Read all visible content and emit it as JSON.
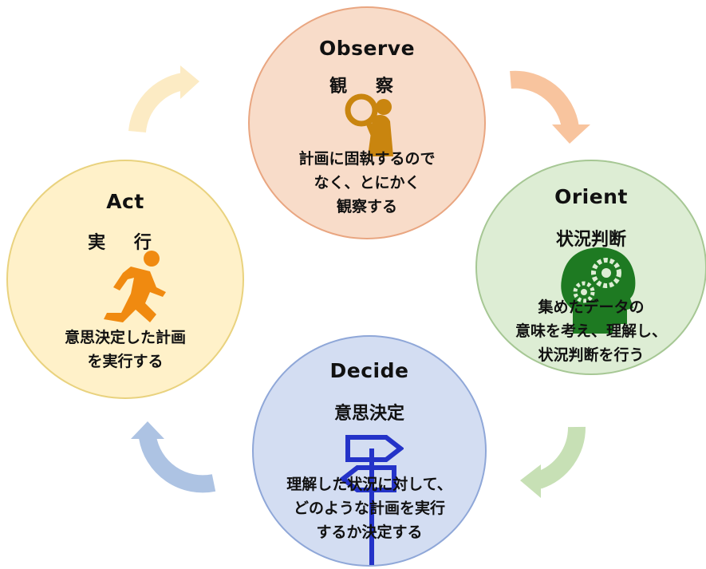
{
  "observe": {
    "title": "Observe",
    "title_ja": "観 察",
    "desc": "計画に固執するので\nなく、とにかく\n観察する",
    "color": "#F8DCC9",
    "icon": "magnifier-person-icon"
  },
  "orient": {
    "title": "Orient",
    "title_ja": "状況判断",
    "desc": "集めたデータの\n意味を考え、理解し、\n状況判断を行う",
    "color": "#DDEDD4",
    "icon": "head-gears-icon"
  },
  "decide": {
    "title": "Decide",
    "title_ja": "意思決定",
    "desc": "理解した状況に対して、\nどのような計画を実行\nするか決定する",
    "color": "#D3DDF2",
    "icon": "signpost-icon"
  },
  "act": {
    "title": "Act",
    "title_ja": "実 行",
    "desc": "意思決定した計画\nを実行する",
    "color": "#FFF1C9",
    "icon": "running-person-icon"
  },
  "arrows": {
    "observe_to_orient": "#F8C49E",
    "orient_to_decide": "#C7E0B5",
    "decide_to_act": "#ADC3E3",
    "act_to_observe": "#FCEBC4"
  }
}
